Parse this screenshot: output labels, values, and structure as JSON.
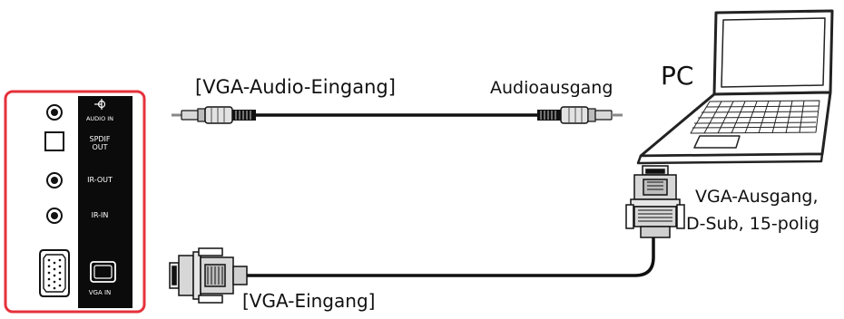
{
  "panel": {
    "audio_in_label": "AUDIO IN",
    "spdif_label_line1": "SPDIF",
    "spdif_label_line2": "OUT",
    "ir_out_label": "IR-OUT",
    "ir_in_label": "IR-IN",
    "vga_in_label": "VGA IN",
    "highlight_color": "#e5313b"
  },
  "labels": {
    "vga_audio_input": "[VGA-Audio-Eingang]",
    "audio_output": "Audioausgang",
    "pc": "PC",
    "vga_output_line1": "VGA-Ausgang,",
    "vga_output_line2": "D-Sub, 15-polig",
    "vga_input": "[VGA-Eingang]"
  },
  "icons": [
    "audio-jack-icon",
    "optical-port-icon",
    "ir-jack-icon",
    "vga-port-icon",
    "laptop-icon",
    "audio-cable-plug-icon",
    "vga-connector-icon"
  ]
}
